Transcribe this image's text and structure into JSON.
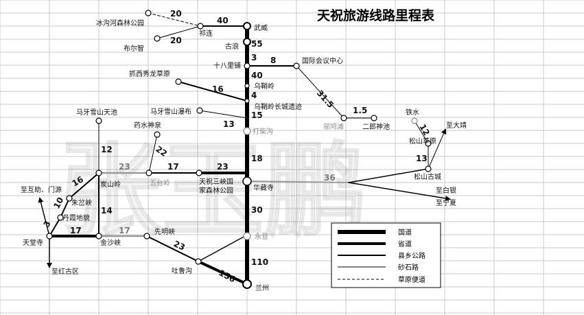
{
  "title": "天祝旅游线路里程表",
  "watermark": "张玉鹏",
  "places": {
    "binggou": "冰沟河森林公园",
    "buerzhi": "布尔智",
    "qilian": "祁连",
    "wuwei": "武威",
    "gulang": "古浪",
    "shibalipu": "十八里铺",
    "huiyi": "国际会议中心",
    "zhuaxi": "抓西秀龙草原",
    "wushaoling": "乌鞘岭",
    "changcheng": "乌鞘岭长城遗迹",
    "tianchi": "马牙雪山天池",
    "pubu": "马牙雪山瀑布",
    "yaoshui": "药水神泉",
    "dachaigou": "打柴沟",
    "wuhe": "邬鸠滩",
    "erlang": "二郎神池",
    "zhongshui": "铁水",
    "dajing": "至大靖",
    "songshancaoyuan": "松山草原",
    "songshangucheng": "松山古城",
    "baiyin": "至白银",
    "ningxia": "至宁夏",
    "tanshanling": "炭山岭",
    "wutailing": "五台岭",
    "senlin": "天祝三峡国家森林公园",
    "huazangsi": "华藏寺",
    "huzhu": "至互助、门源",
    "zhugu": "朱岔峡",
    "danxia": "丹霞地貌",
    "jinsha": "金沙峡",
    "xianming": "先明峡",
    "tiantangsi": "天堂寺",
    "hongguqu": "至红古区",
    "tulugou": "吐鲁沟",
    "yongdeng": "永登",
    "lanzhou": "兰州"
  },
  "distances": {
    "d_binggou_qilian": "20",
    "d_qilian_wuwei": "40",
    "d_buerzhi_qilian": "20",
    "d_wuwei_gulang": "55",
    "d_gulang_shibali": "3",
    "d_shibali_huiyi": "8",
    "d_shibali_wushao": "40",
    "d_zhuaxi_wushao": "16",
    "d_wushao_changcheng": "4",
    "d_changcheng_dachai": "15",
    "d_pubu": "13",
    "d_huiyi_wuhe": "31.5",
    "d_wuhe_erlang": "1.5",
    "d_zhongshui_songshan": "12",
    "d_songshan_gucheng": "13",
    "d_tianchi_tanshan": "12",
    "d_tanshan_wutai": "23",
    "d_wutai_senlin": "17",
    "d_senlin_huazang": "23",
    "d_yaoshui_wutai": "22",
    "d_dachai_huazang": "18",
    "d_huazang_songshan": "36",
    "d_tanshan_zhugu": "16",
    "d_zhugu_danxia": "10",
    "d_danxia_tiantang": "3",
    "d_tanshan_jinsha": "14",
    "d_tiantang_jinsha": "17",
    "d_jinsha_xianming": "17",
    "d_xianming_tulugou": "23",
    "d_huazang_yongdeng": "30",
    "d_yongdeng_lanzhou": "110",
    "d_tulugou_lanzhou": "156"
  },
  "legend": {
    "items": [
      {
        "label": "国道",
        "style": "national"
      },
      {
        "label": "省道",
        "style": "provincial"
      },
      {
        "label": "县乡公路",
        "style": "county"
      },
      {
        "label": "砂石路",
        "style": "gravel"
      },
      {
        "label": "草原便道",
        "style": "grassland"
      }
    ]
  },
  "colors": {
    "national": "#000000",
    "provincial": "#000000",
    "county": "#000000",
    "gravel": "#9a9a9a",
    "grid": "#c9c9c9"
  }
}
